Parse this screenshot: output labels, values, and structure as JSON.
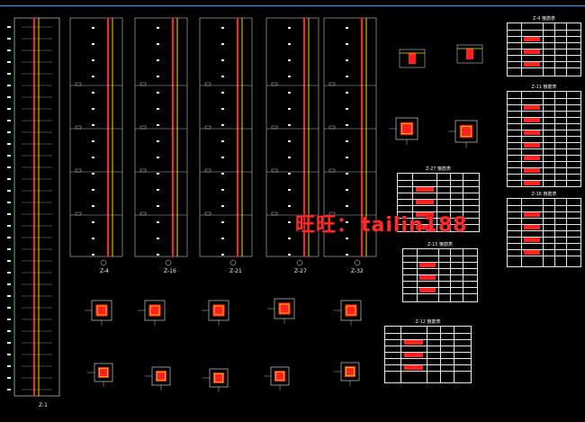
{
  "watermark": {
    "text_cn": "旺旺：",
    "text_id": "tailin188",
    "color": "#ff2a2a"
  },
  "column_labels": [
    "Z-1",
    "Z-4",
    "Z-16",
    "Z-21",
    "Z-27",
    "Z-32"
  ],
  "table_titles": [
    "Z-4 箍筋表",
    "Z-11 箍筋表",
    "Z-27 箍筋表",
    "Z-16 箍筋表",
    "Z-15 箍筋表",
    "Z-12 箍筋表"
  ],
  "colors": {
    "background": "#000000",
    "line": "#e8e8e8",
    "rebar_red": "#ff2020",
    "rebar_yellow": "#ffd400",
    "accent_blue": "#2ea6ff",
    "green": "#2fd04a"
  }
}
